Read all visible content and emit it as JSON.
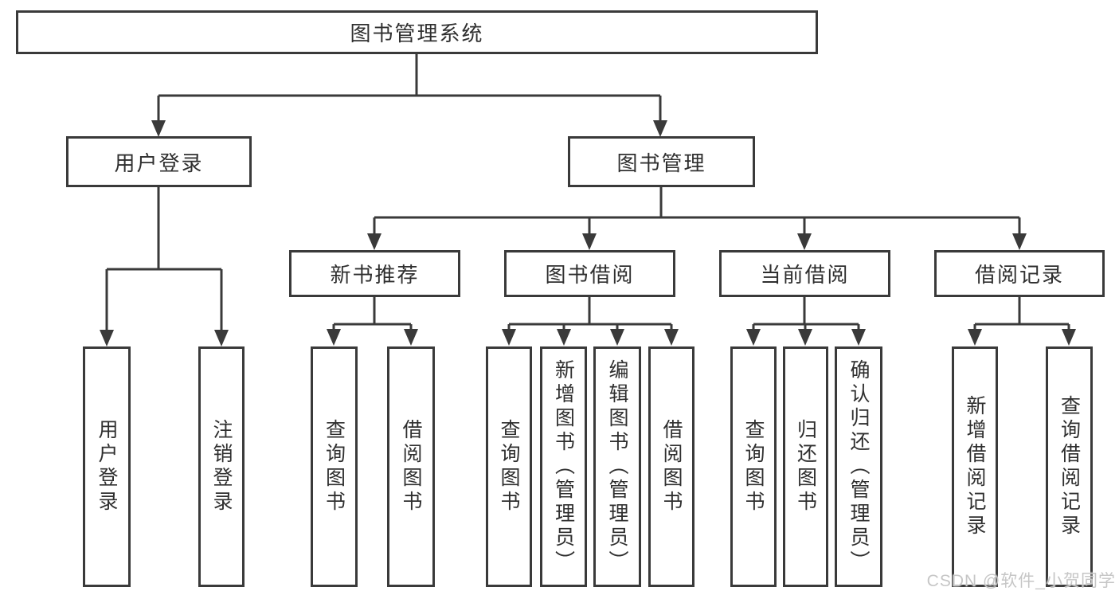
{
  "diagram": {
    "root": {
      "label": "图书管理系统"
    },
    "level2": [
      {
        "label": "用户登录"
      },
      {
        "label": "图书管理"
      }
    ],
    "level3": [
      {
        "label": "新书推荐"
      },
      {
        "label": "图书借阅"
      },
      {
        "label": "当前借阅"
      },
      {
        "label": "借阅记录"
      }
    ],
    "leaves": {
      "user_login": [
        "用户登录",
        "注销登录"
      ],
      "new_books": [
        "查询图书",
        "借阅图书"
      ],
      "book_borrow": [
        "查询图书",
        "新增图书（管理员）",
        "编辑图书（管理员）",
        "借阅图书"
      ],
      "current_borrow": [
        "查询图书",
        "归还图书",
        "确认归还（管理员）"
      ],
      "borrow_records": [
        "新增借阅记录",
        "查询借阅记录"
      ]
    }
  },
  "watermark": "CSDN @软件_小贺同学",
  "colors": {
    "line": "#3a3a3a",
    "text": "#2f2f2f",
    "background": "#ffffff",
    "watermark": "#c6c6c6"
  }
}
